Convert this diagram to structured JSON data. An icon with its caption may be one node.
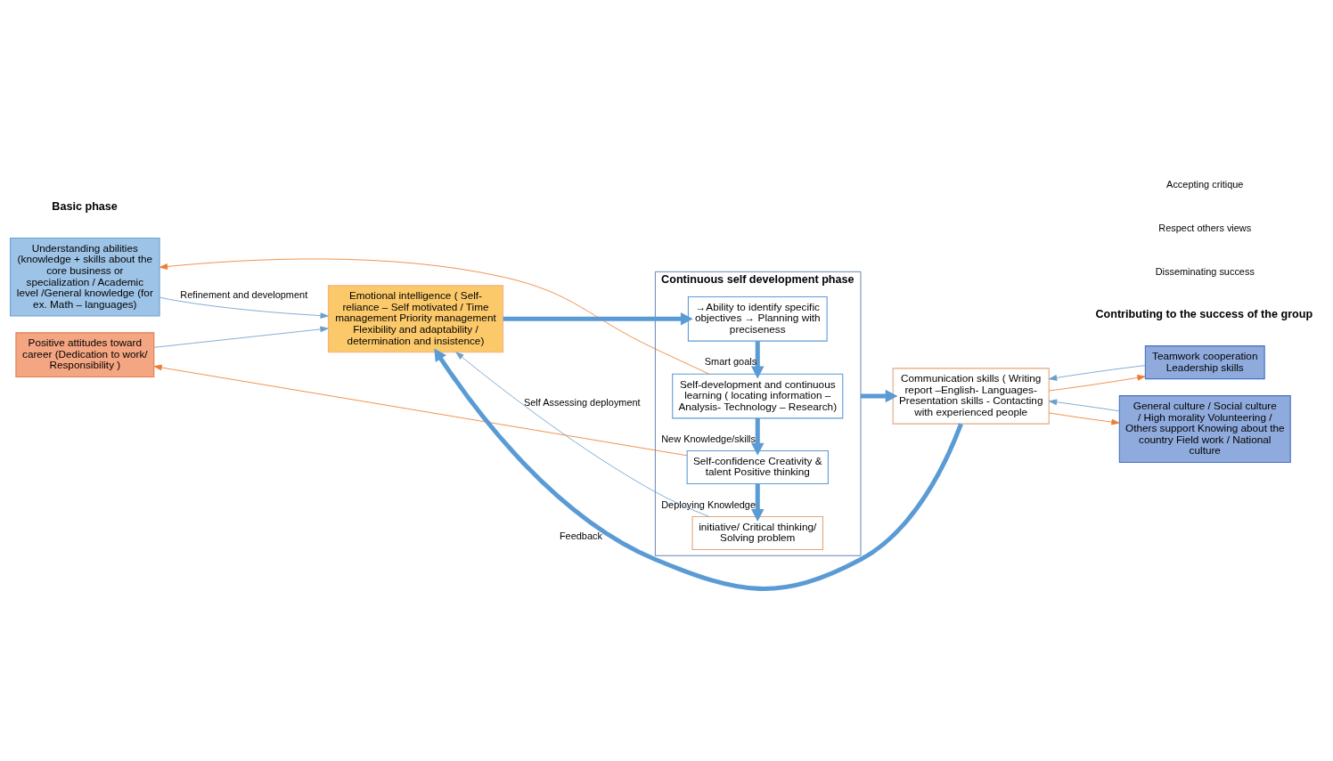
{
  "diagram": {
    "nodes": [
      {
        "text": [
          "Continuous self development phase"
        ]
      },
      {
        "text": [
          "Emotional intelligence ( Self-reliance – Self motivated / Time management Priority management Flexibility and adaptability / determination and insistence)"
        ]
      },
      {
        "text": [
          "→Ability to identify specific objectives → Planning with preciseness"
        ],
        "in": 0
      },
      {
        "text": [
          "Self-development and continuous learning ( locating information – Analysis- Technology – Research)"
        ],
        "in": 0
      },
      {
        "text": [
          "Self-confidence Creativity & talent Positive thinking"
        ],
        "in": 0
      },
      {
        "text": [
          "initiative/ Critical thinking/ Solving problem"
        ],
        "in": 0
      },
      {
        "text": [
          "Understanding abilities (knowledge + skills about the core business or specialization / Academic level /General knowledge (for ex. Math – languages)"
        ]
      },
      {
        "text": [
          "Positive attitudes toward career (Dedication to work/ Responsibility )"
        ]
      },
      {
        "text": [
          "Communication skills ( Writing report –English- Languages- Presentation skills - Contacting with experienced people"
        ]
      },
      {
        "text": [
          "Teamwork cooperation Leadership skills"
        ]
      },
      {
        "text": [
          "General culture / Social culture / High morality Volunteering / Others support Knowing about the country Field work / National culture"
        ]
      }
    ],
    "edges": [
      {
        "from": 6,
        "to": 1,
        "arrow": "to",
        "label": "Refinement and development"
      },
      {
        "from": 7,
        "to": 1,
        "arrow": "to"
      },
      {
        "from": 1,
        "to": 2,
        "arrow": "to",
        "style": "thick",
        "color": "#5b9bd5"
      },
      {
        "from": 2,
        "to": 3,
        "arrow": "to",
        "style": "thick",
        "color": "#5b9bd5",
        "label": "Smart goals"
      },
      {
        "from": 3,
        "to": 4,
        "arrow": "to",
        "style": "thick",
        "color": "#5b9bd5",
        "label": "New Knowledge/skills"
      },
      {
        "from": 4,
        "to": 5,
        "arrow": "to",
        "style": "thick",
        "color": "#5b9bd5",
        "label": "Deploying Knowledge"
      },
      {
        "from": 3,
        "to": 6,
        "arrow": "to",
        "color": "#ed7d31"
      },
      {
        "from": 4,
        "to": 7,
        "arrow": "to",
        "color": "#ed7d31"
      },
      {
        "from": 5,
        "to": 1,
        "arrow": "to",
        "label": "Self Assessing deployment"
      },
      {
        "from": 0,
        "to": 8,
        "arrow": "to",
        "style": "thick",
        "color": "#5b9bd5"
      },
      {
        "from": 8,
        "to": 1,
        "arrow": "to",
        "style": "thick",
        "color": "#5b9bd5",
        "label": "Feedback"
      },
      {
        "from": 8,
        "to": 9,
        "arrow": "to",
        "color": "#ed7d31"
      },
      {
        "from": 8,
        "to": 10,
        "arrow": "to",
        "color": "#ed7d31"
      },
      {
        "from": 9,
        "to": 8,
        "arrow": "to"
      },
      {
        "from": 10,
        "to": 8,
        "arrow": "to"
      }
    ],
    "labels": [
      "Basic phase",
      "Contributing to the success of the group",
      "Disseminating success",
      "Respect others views",
      "Accepting critique"
    ]
  }
}
